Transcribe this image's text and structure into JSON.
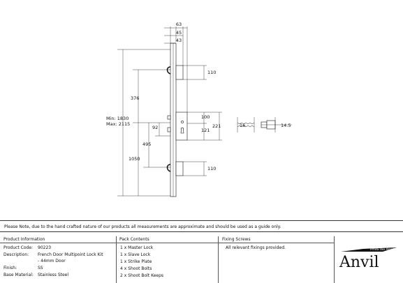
{
  "dimensions": {
    "top_63": "63",
    "top_45": "45",
    "top_43": "43",
    "upper_110": "110",
    "d376": "376",
    "min_length": "Min: 1830",
    "max_length": "Max: 2115",
    "case_100": "100",
    "case_221": "221",
    "case_121": "121",
    "backset_92": "92",
    "d495": "495",
    "d1050": "1050",
    "lower_110": "110",
    "screw_16": "16",
    "screw_14_5": "14.5"
  },
  "note": "Please Note, due to the hand crafted nature of our products all measurements are approximate and should be used as a guide only.",
  "product_info": {
    "heading": "Product Information",
    "rows": [
      {
        "label": "Product Code:",
        "value": "90223"
      },
      {
        "label": "Description:",
        "value": "French Door Multipoint Lock Kit"
      },
      {
        "label": "",
        "value": "- 44mm Door"
      },
      {
        "label": "Finish:",
        "value": "SS"
      },
      {
        "label": "Base Material:",
        "value": "Stainless Steel"
      }
    ]
  },
  "pack_contents": {
    "heading": "Pack Contents",
    "items": [
      "1 x Master Lock",
      "1 x Slave Lock",
      "1 x Strike Plate",
      "4 x Shoot Bolts",
      "2 x Shoot Bolt Keeps"
    ]
  },
  "fixing_screws": {
    "heading": "Fixing Screws",
    "note": "All relevant fixings provided."
  },
  "logo": {
    "text": "Anvil",
    "tagline": "From the Anvil"
  }
}
